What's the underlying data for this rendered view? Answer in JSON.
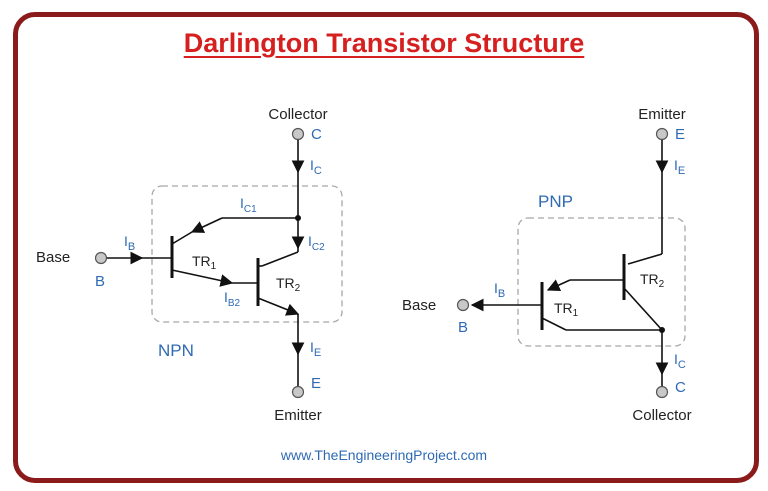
{
  "title": "Darlington Transistor Structure",
  "footer": "www.TheEngineeringProject.com",
  "colors": {
    "border": "#8b1a1a",
    "title": "#d61f1f",
    "blue_labels": "#2f6ab3",
    "wire": "#111111",
    "box": "#a8a8a8"
  },
  "npn": {
    "type": "NPN",
    "collector_label": "Collector",
    "collector_pin": "C",
    "base_label": "Base",
    "base_pin": "B",
    "emitter_label": "Emitter",
    "emitter_pin": "E",
    "tr1": {
      "text": "TR",
      "sub": "1"
    },
    "tr2": {
      "text": "TR",
      "sub": "2"
    },
    "currents": {
      "ic": {
        "main": "I",
        "sub": "C"
      },
      "ic1": {
        "main": "I",
        "sub": "C1"
      },
      "ic2": {
        "main": "I",
        "sub": "C2"
      },
      "ib": {
        "main": "I",
        "sub": "B"
      },
      "ib2": {
        "main": "I",
        "sub": "B2"
      },
      "ie": {
        "main": "I",
        "sub": "E"
      }
    }
  },
  "pnp": {
    "type": "PNP",
    "emitter_label": "Emitter",
    "emitter_pin": "E",
    "base_label": "Base",
    "base_pin": "B",
    "collector_label": "Collector",
    "collector_pin": "C",
    "tr1": {
      "text": "TR",
      "sub": "1"
    },
    "tr2": {
      "text": "TR",
      "sub": "2"
    },
    "currents": {
      "ie": {
        "main": "I",
        "sub": "E"
      },
      "ib": {
        "main": "I",
        "sub": "B"
      },
      "ic": {
        "main": "I",
        "sub": "C"
      }
    }
  }
}
